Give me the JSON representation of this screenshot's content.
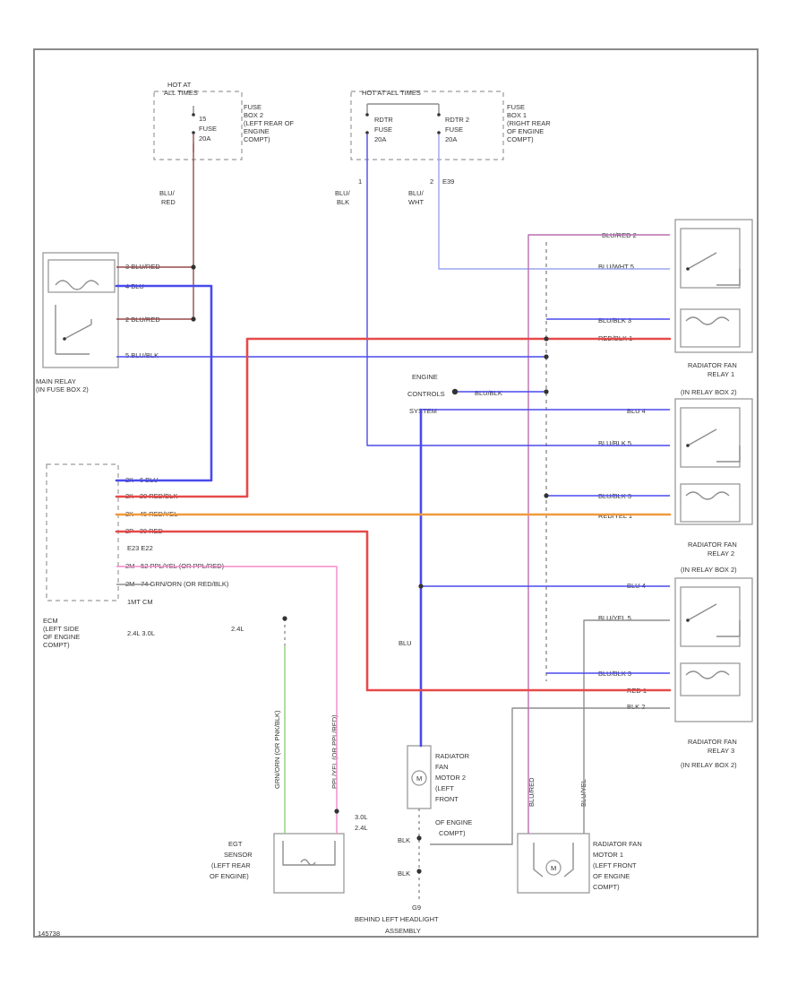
{
  "colors": {
    "red": "#e64a4a",
    "blue": "#4a4aee",
    "orange": "#f09a3e",
    "pink": "#f08ac8",
    "violet": "#b86fb0",
    "lightblue": "#9aa6f0",
    "green": "#8ccf7a",
    "gray": "#8e8e8e",
    "darkred": "#9a4a4a"
  },
  "fuse_box_2": {
    "hot_at": [
      "HOT AT",
      "ALL TIMES"
    ],
    "fuse_label": [
      "15",
      "FUSE",
      "20A"
    ],
    "location": [
      "FUSE",
      "BOX 2",
      "(LEFT REAR OF",
      "ENGINE",
      "COMPT)"
    ]
  },
  "fuse_box_1": {
    "hot_at": "HOT AT ALL TIMES",
    "fuse_a": [
      "RDTR",
      "FUSE",
      "20A"
    ],
    "fuse_b": [
      "RDTR 2",
      "FUSE",
      "20A"
    ],
    "location": [
      "FUSE",
      "BOX 1",
      "(RIGHT REAR",
      "OF ENGINE",
      "COMPT)"
    ]
  },
  "wire_labels": {
    "blu_red": [
      "BLU/",
      "RED"
    ],
    "blu_blk": [
      "BLU/",
      "BLK"
    ],
    "blu_wht": [
      "BLU/",
      "WHT"
    ],
    "pin_1": "1",
    "pin_2": "2",
    "fusible": "E39",
    "blu_vertical": "BLU",
    "sensor_wire_1": "GRN/ORN (OR PNK/BLK)",
    "sensor_wire_2": "PPL/YEL (OR PPL/RED)",
    "motor1_wire_1": "BLU/RED",
    "motor1_wire_2": "BLU/YEL"
  },
  "main_relay": {
    "name": [
      "MAIN RELAY",
      "(IN FUSE BOX 2)"
    ],
    "pins": [
      "3 BLU/RED",
      "4 BLU",
      "2 BLU/RED",
      "5 BLU/BLK"
    ]
  },
  "ecm": {
    "name": [
      "ECM",
      "(LEFT SIDE",
      "OF ENGINE",
      "COMPT)"
    ],
    "pins": [
      "2K - 6 BLU",
      "2K - 20 RED/BLK",
      "2K - 45 RED/YEL",
      "2P - 30 RED",
      "E23 E22",
      "2M - 52 PPL/YEL (OR PPL/RED)",
      "2M - 74 GRN/ORN (OR RED/BLK)"
    ],
    "connectors": "1MT CM",
    "variants": "2.4L  3.0L",
    "var_24": "2.4L"
  },
  "engine_controls": {
    "name": [
      "ENGINE",
      "CONTROLS",
      "SYSTEM"
    ],
    "wire": "BLU/BLK"
  },
  "relay_1": {
    "name": [
      "RADIATOR FAN",
      "RELAY 1",
      "(IN RELAY BOX 2)"
    ],
    "pins": [
      "BLU/RED 2",
      "BLU/WHT 5",
      "BLU/BLK 3",
      "RED/BLK 1"
    ]
  },
  "relay_2": {
    "name": [
      "RADIATOR FAN",
      "RELAY 2",
      "(IN RELAY BOX 2)"
    ],
    "pins": [
      "BLU 4",
      "BLU/BLK 5",
      "BLU/BLK 3",
      "RED/YEL 1"
    ]
  },
  "relay_3": {
    "name": [
      "RADIATOR FAN",
      "RELAY 3",
      "(IN RELAY BOX 2)"
    ],
    "pins": [
      "BLU 4",
      "BLU/YEL 5",
      "BLU/BLK 3",
      "RED 1",
      "BLK 2"
    ]
  },
  "motor_2": {
    "name": [
      "RADIATOR",
      "FAN",
      "MOTOR 2",
      "(LEFT",
      "FRONT",
      "OF ENGINE",
      "COMPT)"
    ]
  },
  "motor_1": {
    "name": [
      "RADIATOR FAN",
      "MOTOR 1",
      "(LEFT FRONT",
      "OF ENGINE",
      "COMPT)"
    ]
  },
  "egr_sensor": {
    "name": [
      "EGT",
      "SENSOR",
      "(LEFT REAR",
      "OF ENGINE)"
    ],
    "variants": [
      "3.0L",
      "2.4L"
    ]
  },
  "ground": {
    "wire_1": "BLK",
    "wire_2": "BLK",
    "name": [
      "G9",
      "BEHIND LEFT HEADLIGHT",
      "ASSEMBLY"
    ]
  },
  "footer": {
    "code": "145738"
  }
}
